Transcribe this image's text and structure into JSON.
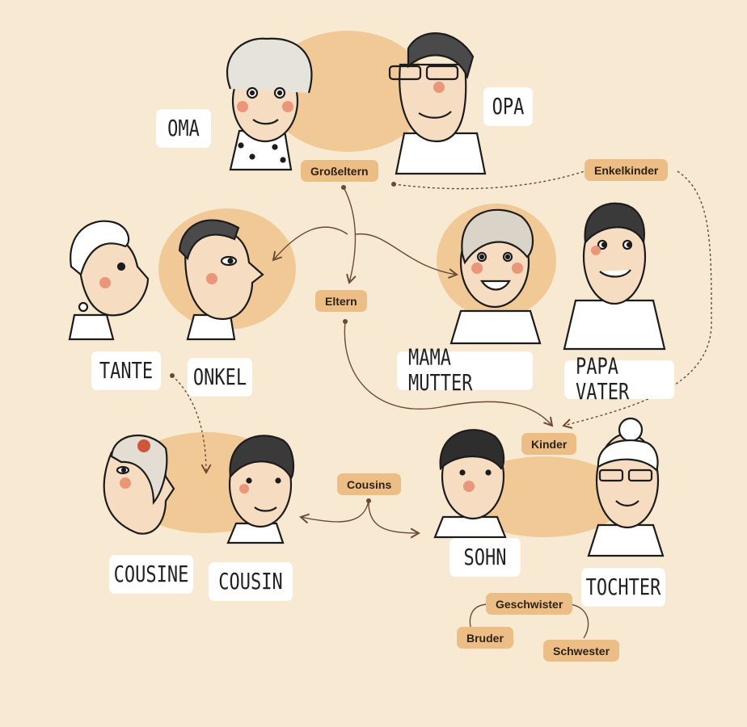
{
  "people": {
    "oma": "OMA",
    "opa": "OPA",
    "tante": "TANTE",
    "onkel": "ONKEL",
    "mama": "MAMA MUTTER",
    "papa": "PAPA VATER",
    "cousine": "COUSINE",
    "cousin": "COUSIN",
    "sohn": "SOHN",
    "tochter": "TOCHTER"
  },
  "relations": {
    "grosseltern": "Großeltern",
    "enkelkinder": "Enkelkinder",
    "eltern": "Eltern",
    "kinder": "Kinder",
    "cousins": "Cousins",
    "geschwister": "Geschwister",
    "bruder": "Bruder",
    "schwester": "Schwester"
  },
  "colors": {
    "background": "#f8e9d3",
    "blob": "#f0c996",
    "tag": "#edbd86",
    "label": "#ffffff",
    "line": "#6b4a33"
  }
}
